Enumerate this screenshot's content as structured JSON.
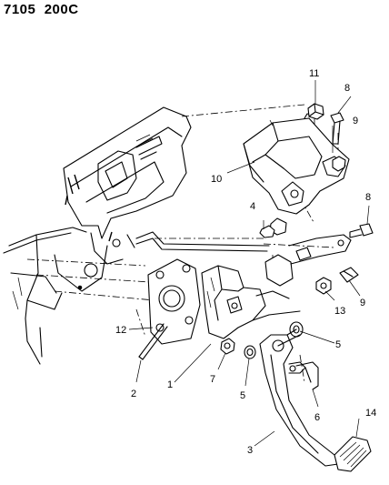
{
  "figure_id": "7105  200C",
  "callouts": [
    {
      "id": "c1",
      "text": "1"
    },
    {
      "id": "c2",
      "text": "2"
    },
    {
      "id": "c3",
      "text": "3"
    },
    {
      "id": "c4",
      "text": "4"
    },
    {
      "id": "c5a",
      "text": "5"
    },
    {
      "id": "c5b",
      "text": "5"
    },
    {
      "id": "c6",
      "text": "6"
    },
    {
      "id": "c7",
      "text": "7"
    },
    {
      "id": "c8a",
      "text": "8"
    },
    {
      "id": "c8b",
      "text": "8"
    },
    {
      "id": "c9a",
      "text": "9"
    },
    {
      "id": "c9b",
      "text": "9"
    },
    {
      "id": "c10",
      "text": "10"
    },
    {
      "id": "c11",
      "text": "11"
    },
    {
      "id": "c12",
      "text": "12"
    },
    {
      "id": "c13",
      "text": "13"
    },
    {
      "id": "c14",
      "text": "14"
    }
  ]
}
